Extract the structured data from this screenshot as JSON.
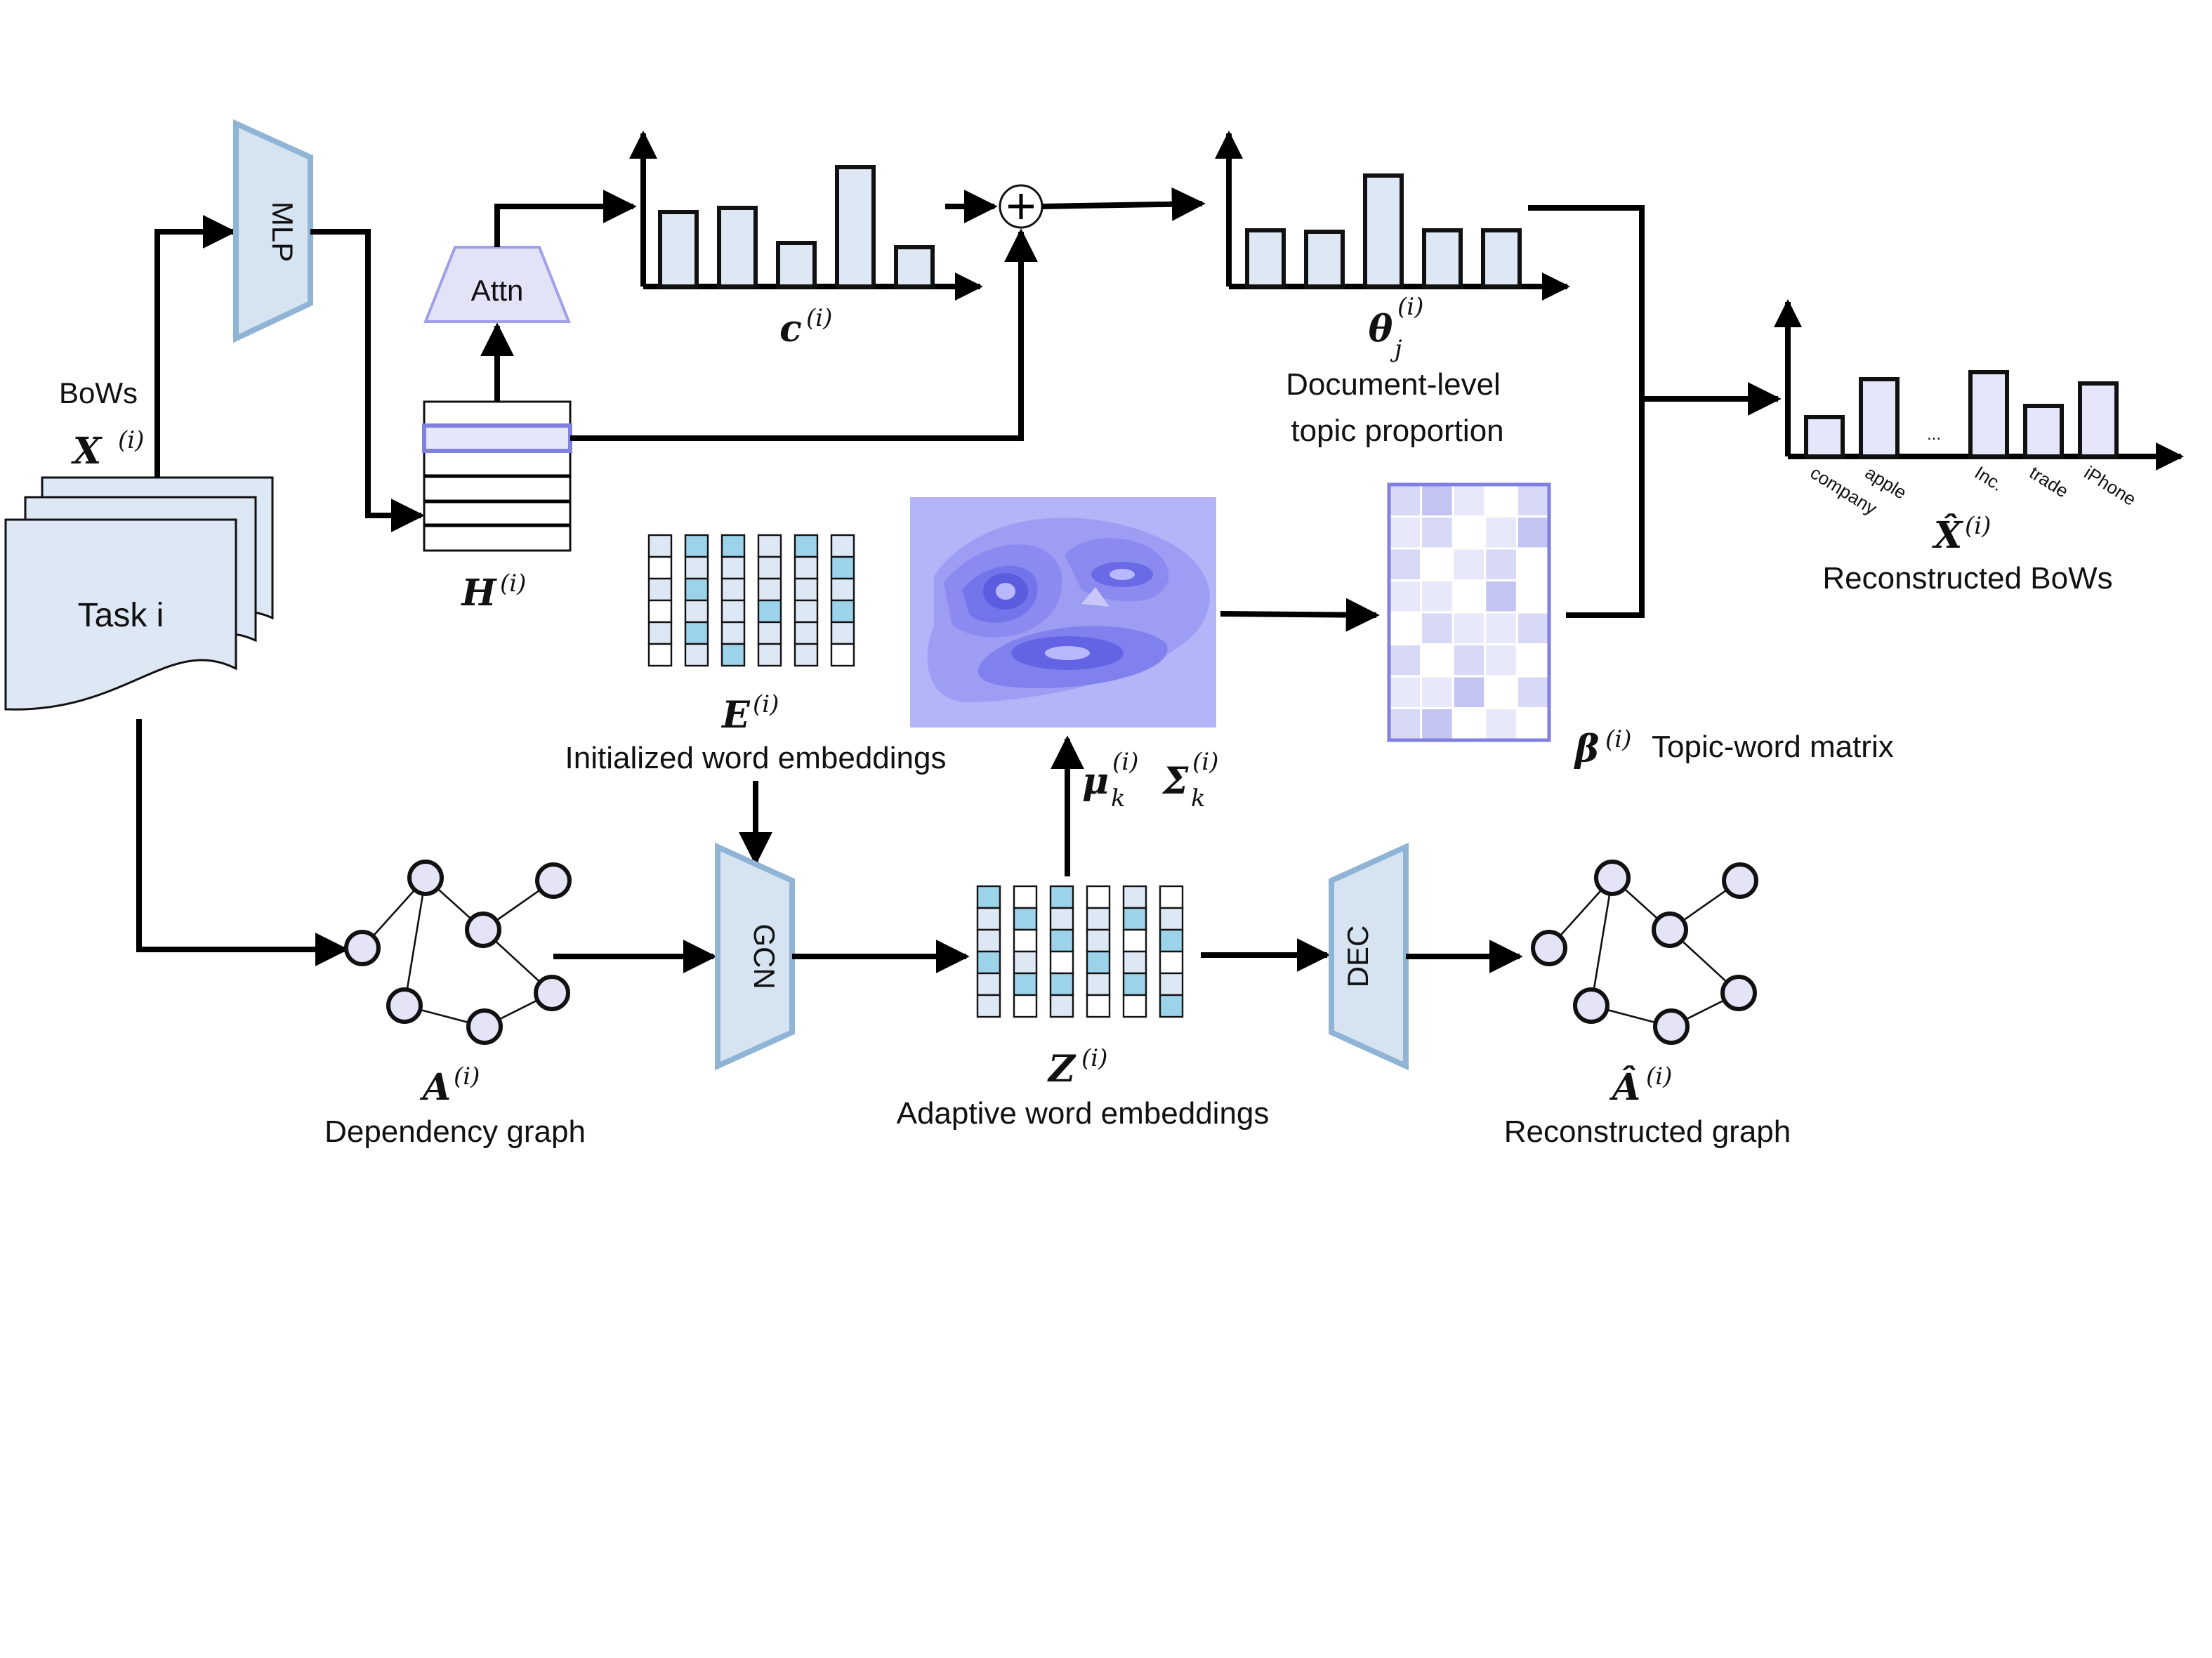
{
  "modules": {
    "mlp": "MLP",
    "attn": "Attn",
    "gcn": "GCN",
    "dec": "DEC"
  },
  "input": {
    "bows_label": "BoWs",
    "x_symbol": "X",
    "task_label": "Task i"
  },
  "superscript": "(i)",
  "symbols": {
    "H": "H",
    "c": "c",
    "theta": "θ",
    "theta_sub": "j",
    "E": "E",
    "mu": "μ",
    "sigma": "Σ",
    "k_sub": "k",
    "beta": "β",
    "Z": "Z",
    "A": "A",
    "A_hat": "Â",
    "X_hat": "X̂",
    "plus": "+"
  },
  "labels": {
    "doc_topic_line1": "Document-level",
    "doc_topic_line2": "topic proportion",
    "init_word_emb": "Initialized word embeddings",
    "topic_word_matrix": "Topic-word matrix",
    "reconstructed_bows": "Reconstructed BoWs",
    "dependency_graph": "Dependency graph",
    "adaptive_word_emb": "Adaptive word embeddings",
    "reconstructed_graph": "Reconstructed graph"
  },
  "chart_data": [
    {
      "type": "bar",
      "caption": "c(i)",
      "values": [
        53,
        56,
        31,
        85,
        28
      ],
      "ylim": [
        0,
        100
      ]
    },
    {
      "type": "bar",
      "caption": "θj(i)",
      "values": [
        40,
        39,
        79,
        40,
        40
      ],
      "ylim": [
        0,
        100
      ]
    },
    {
      "type": "bar",
      "caption": "X̂(i)",
      "categories": [
        "company",
        "apple",
        "...",
        "Inc.",
        "trade",
        "iPhone"
      ],
      "values": [
        28,
        55,
        null,
        60,
        36,
        52
      ],
      "ylim": [
        0,
        100
      ]
    }
  ],
  "colors": {
    "module_fill": "#d6e4f2",
    "attn_fill": "#e3e3f7",
    "highlight": "#8080e0",
    "cell_blue": "#9cd2ea",
    "cell_light": "#dde8f4",
    "gaussian_bg": "#b4b4f8"
  },
  "icons": [
    "plus-circle-icon"
  ]
}
